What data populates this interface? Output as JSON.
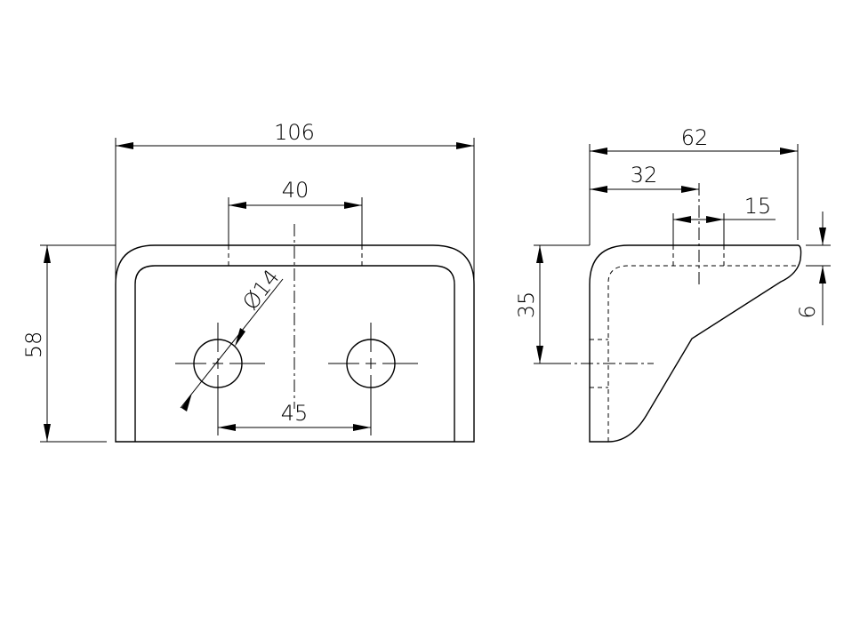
{
  "front_view": {
    "dimensions": {
      "overall_width": "106",
      "slot_spacing": "40",
      "hole_spacing": "45",
      "height": "58",
      "hole_diameter": "Ø14"
    }
  },
  "side_view": {
    "dimensions": {
      "overall_depth": "62",
      "slot_offset": "32",
      "slot_width": "15",
      "hole_height": "35",
      "thickness": "6"
    }
  }
}
